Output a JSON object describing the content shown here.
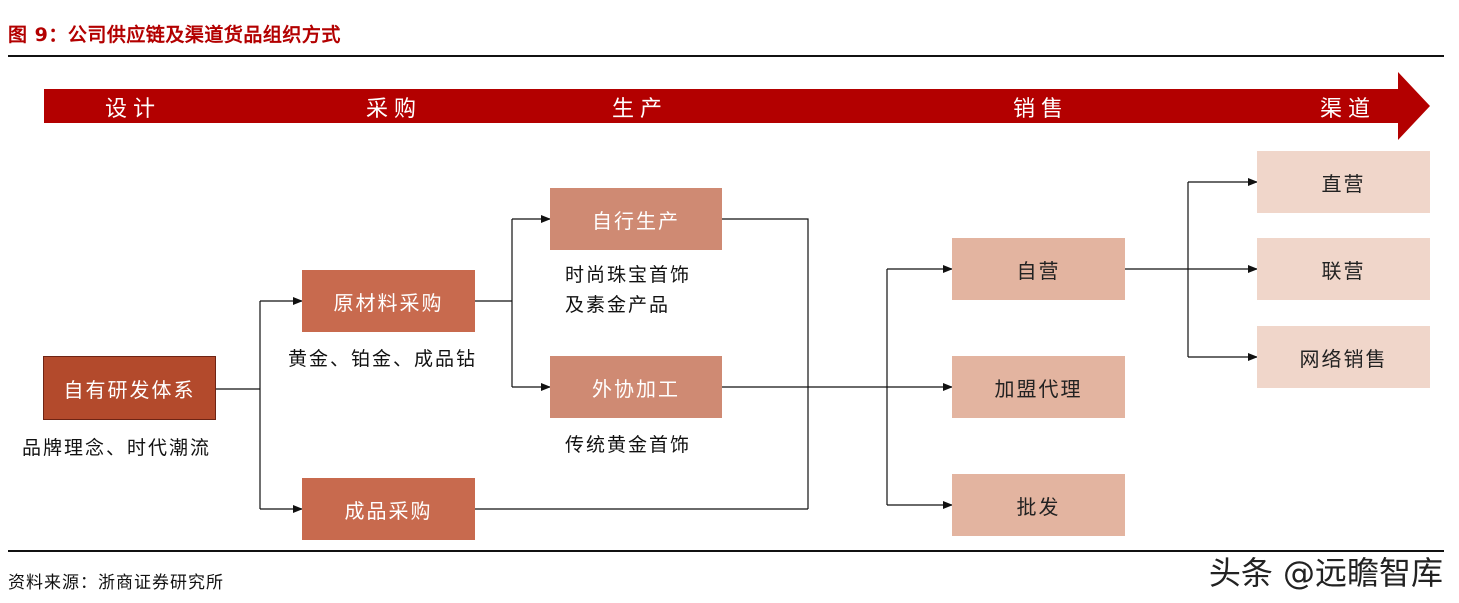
{
  "header": {
    "title": "图 9：公司供应链及渠道货品组织方式"
  },
  "stages": [
    "设计",
    "采购",
    "生产",
    "销售",
    "渠道"
  ],
  "nodes": {
    "rnd": "自有研发体系",
    "raw_purchase": "原材料采购",
    "finished_purchase": "成品采购",
    "self_production": "自行生产",
    "outsourcing": "外协加工",
    "self_operated": "自营",
    "franchise": "加盟代理",
    "wholesale": "批发",
    "direct": "直营",
    "joint": "联营",
    "online": "网络销售"
  },
  "notes": {
    "rnd": "品牌理念、时代潮流",
    "raw": "黄金、铂金、成品钻",
    "self_production_line1": "时尚珠宝首饰",
    "self_production_line2": "及素金产品",
    "outsourcing": "传统黄金首饰"
  },
  "footer": {
    "source": "资料来源：浙商证券研究所",
    "watermark": "头条 @远瞻智库"
  },
  "colors": {
    "banner": "#b30000",
    "title": "#b30000",
    "box_dark": "#b34a2c",
    "box_mid": "#c86a4e",
    "box_light": "#cf8a73",
    "box_pale": "#e3b4a0",
    "box_paler": "#f0d6ca"
  }
}
